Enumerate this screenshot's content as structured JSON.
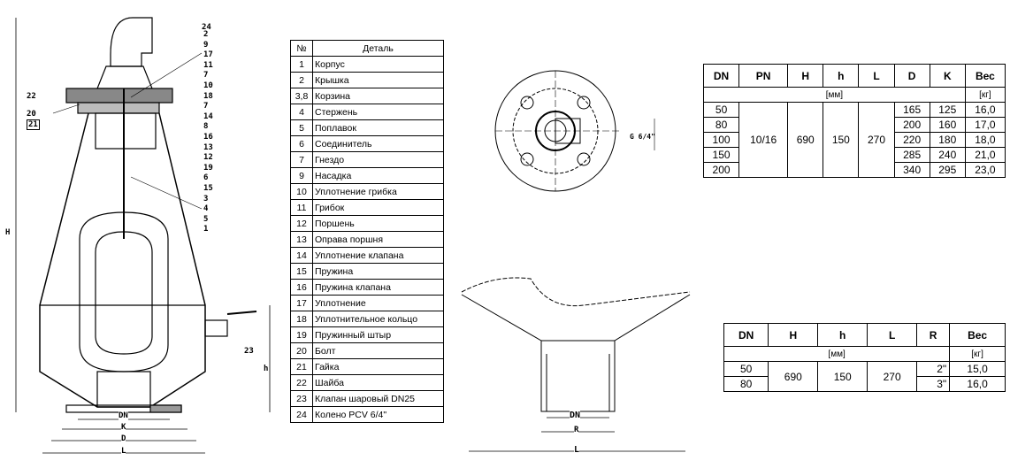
{
  "callouts": {
    "right": [
      "24",
      "2",
      "9",
      "17",
      "11",
      "7",
      "10",
      "18",
      "7",
      "14",
      "8",
      "16",
      "13",
      "12",
      "19",
      "6",
      "15",
      "3",
      "4",
      "5",
      "1"
    ],
    "left": [
      "22",
      "20",
      "21"
    ],
    "valve": "23",
    "H": "H",
    "h": "h",
    "DN": "DN",
    "K": "K",
    "D": "D",
    "L": "L"
  },
  "top_view": {
    "thread": "G 6/4\""
  },
  "bottom_view": {
    "DN": "DN",
    "R": "R",
    "L": "L"
  },
  "parts": {
    "headers": [
      "№",
      "Деталь"
    ],
    "rows": [
      [
        "1",
        "Корпус"
      ],
      [
        "2",
        "Крышка"
      ],
      [
        "3,8",
        "Корзина"
      ],
      [
        "4",
        "Стержень"
      ],
      [
        "5",
        "Поплавок"
      ],
      [
        "6",
        "Соединитель"
      ],
      [
        "7",
        "Гнездо"
      ],
      [
        "9",
        "Насадка"
      ],
      [
        "10",
        "Уплотнение грибка"
      ],
      [
        "11",
        "Грибок"
      ],
      [
        "12",
        "Поршень"
      ],
      [
        "13",
        "Оправа поршня"
      ],
      [
        "14",
        "Уплотнение клапана"
      ],
      [
        "15",
        "Пружина"
      ],
      [
        "16",
        "Пружина клапана"
      ],
      [
        "17",
        "Уплотнение"
      ],
      [
        "18",
        "Уплотнительное кольцо"
      ],
      [
        "19",
        "Пружинный штыр"
      ],
      [
        "20",
        "Болт"
      ],
      [
        "21",
        "Гайка"
      ],
      [
        "22",
        "Шайба"
      ],
      [
        "23",
        "Клапан шаровый DN25"
      ],
      [
        "24",
        "Колено PCV 6/4\""
      ]
    ]
  },
  "table_flanged": {
    "headers": [
      "DN",
      "PN",
      "H",
      "h",
      "L",
      "D",
      "K",
      "Вес"
    ],
    "unit_mm": "[мм]",
    "unit_kg": "[кг]",
    "pn": "10/16",
    "H": "690",
    "h": "150",
    "L": "270",
    "rows": [
      [
        "50",
        "165",
        "125",
        "16,0"
      ],
      [
        "80",
        "200",
        "160",
        "17,0"
      ],
      [
        "100",
        "220",
        "180",
        "18,0"
      ],
      [
        "150",
        "285",
        "240",
        "21,0"
      ],
      [
        "200",
        "340",
        "295",
        "23,0"
      ]
    ]
  },
  "table_threaded": {
    "headers": [
      "DN",
      "H",
      "h",
      "L",
      "R",
      "Вес"
    ],
    "unit_mm": "[мм]",
    "unit_kg": "[кг]",
    "H": "690",
    "h": "150",
    "L": "270",
    "rows": [
      [
        "50",
        "2\"",
        "15,0"
      ],
      [
        "80",
        "3\"",
        "16,0"
      ]
    ]
  }
}
